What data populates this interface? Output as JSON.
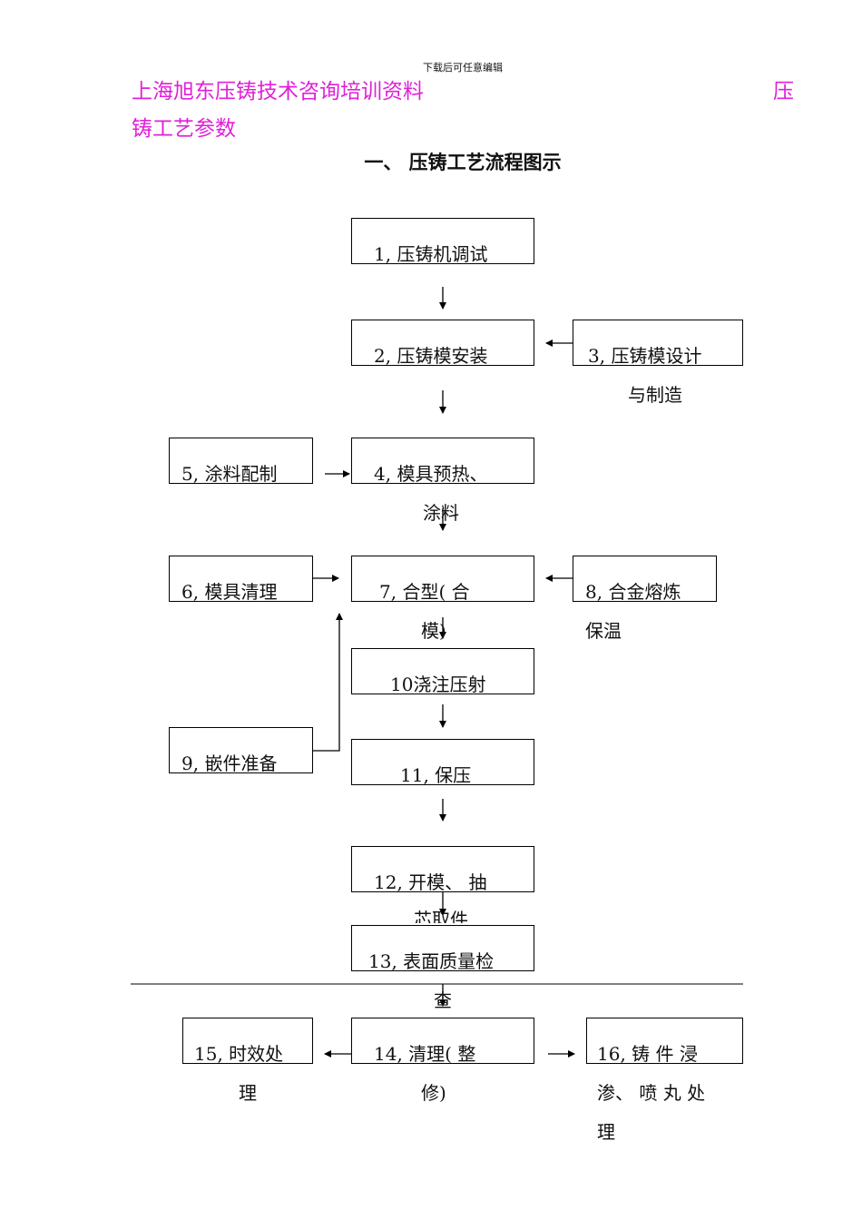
{
  "header": {
    "note": "下载后可任意编辑",
    "company_line": "上海旭东压铸技术咨询培训资料",
    "char_right": "压",
    "line2": "铸工艺参数",
    "section_title": "一、  压铸工艺流程图示"
  },
  "steps": {
    "s1": "1,  压铸机调试",
    "s2": "2,  压铸模安装",
    "s3a": "3,  压铸模设计",
    "s3b": "与制造",
    "s4a": "4,  模具预热、",
    "s4b": "涂料",
    "s5": "5,  涂料配制",
    "s6": "6,  模具清理",
    "s7a": "7,  合型(  合",
    "s7b": "模)",
    "s8a": "8,  合金熔炼",
    "s8b": "保温",
    "s9": "9,  嵌件准备",
    "s10": "10浇注压射",
    "s11": "11,  保压",
    "s12a": "12,  开模、  抽",
    "s12b": "芯取件",
    "s13a": "13,  表面质量检",
    "s13b": "查",
    "s14a": "14,  清理(  整",
    "s14b": "修)",
    "s15a": "15,  时效处",
    "s15b": "理",
    "s16a": "16,   铸 件 浸",
    "s16b": "渗、   喷 丸 处",
    "s16c": "理"
  }
}
